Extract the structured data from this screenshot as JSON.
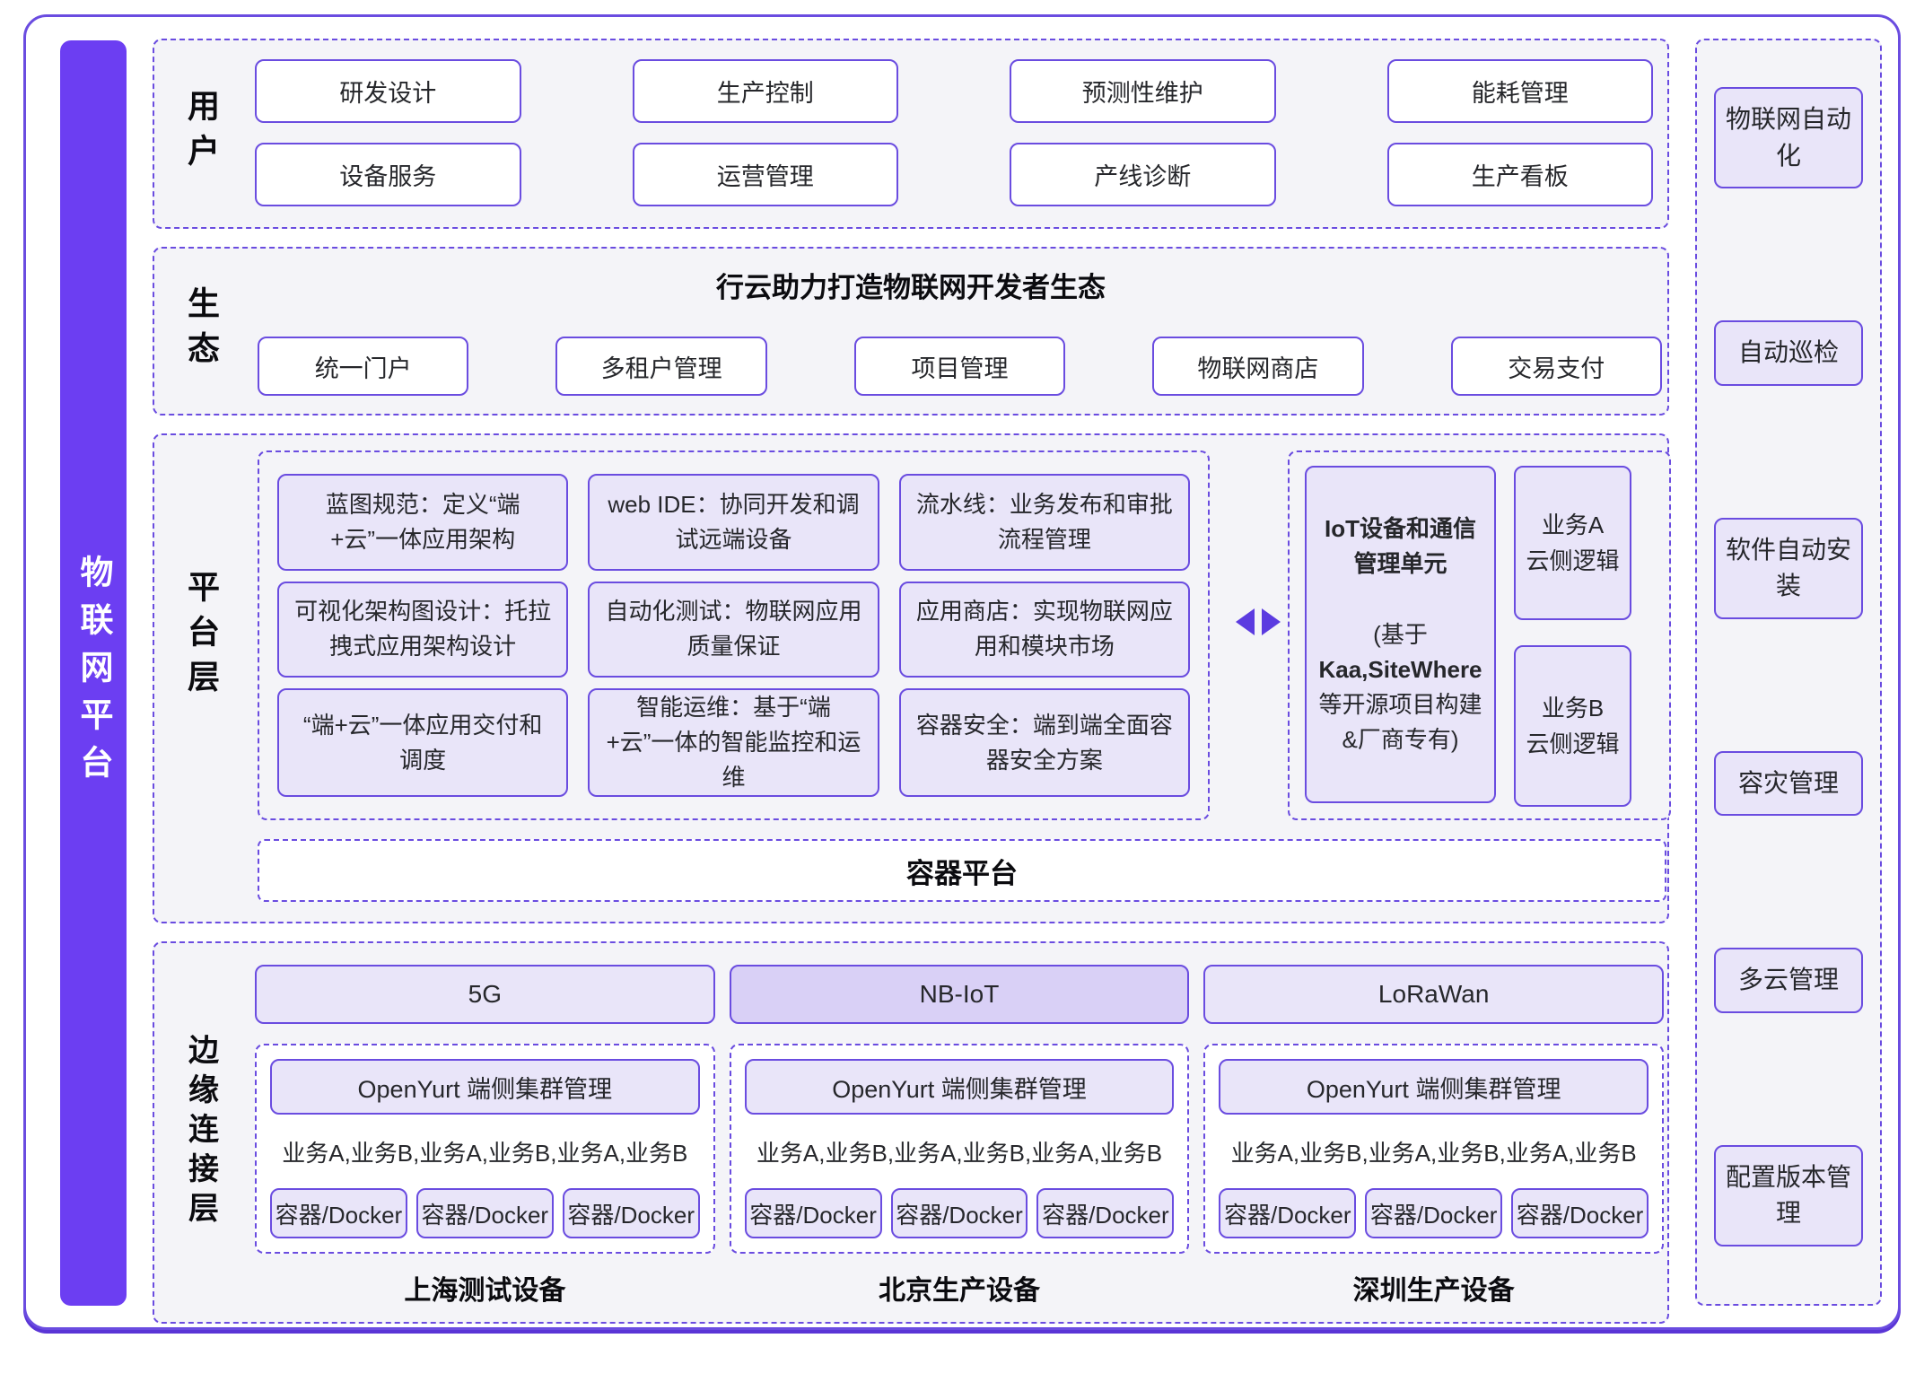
{
  "colors": {
    "accent_border": "#6a4ce0",
    "left_bar": "#6c3ef2",
    "box_fill_light": "#e9e5f9",
    "box_fill_dark": "#d9d0f6",
    "section_fill": "#f4f4f8",
    "arrow": "#5b3be0"
  },
  "left_bar": {
    "label": "物联网平台"
  },
  "user_section": {
    "label": "用户",
    "items": [
      "研发设计",
      "生产控制",
      "预测性维护",
      "能耗管理",
      "设备服务",
      "运营管理",
      "产线诊断",
      "生产看板"
    ]
  },
  "eco_section": {
    "label": "生态",
    "title": "行云助力打造物联网开发者生态",
    "items": [
      "统一门户",
      "多租户管理",
      "项目管理",
      "物联网商店",
      "交易支付"
    ]
  },
  "platform_section": {
    "label": "平台层",
    "cells": [
      "蓝图规范：定义“端+云”一体应用架构",
      "web IDE：协同开发和调试远端设备",
      "流水线：业务发布和审批流程管理",
      "可视化架构图设计：托拉拽式应用架构设计",
      "自动化测试：物联网应用质量保证",
      "应用商店：实现物联网应用和模块市场",
      "“端+云”一体应用交付和调度",
      "智能运维：基于“端+云”一体的智能监控和运维",
      "容器安全：端到端全面容器安全方案"
    ],
    "iot_unit": {
      "title": "IoT设备和通信管理单元",
      "sub_lines": [
        "(基于",
        "Kaa,SiteWhere",
        "等开源项目构建",
        "&厂商专有)"
      ]
    },
    "cloud_logic": [
      {
        "name": "业务A",
        "role": "云侧逻辑"
      },
      {
        "name": "业务B",
        "role": "云侧逻辑"
      }
    ],
    "container_platform": "容器平台"
  },
  "edge_section": {
    "label": "边缘连接层",
    "groups": [
      {
        "network": "5G",
        "cluster": "OpenYurt 端侧集群管理",
        "services": "业务A,业务B,业务A,业务B,业务A,业务B",
        "containers": [
          "容器/Docker",
          "容器/Docker",
          "容器/Docker"
        ],
        "caption": "上海测试设备"
      },
      {
        "network": "NB-IoT",
        "cluster": "OpenYurt 端侧集群管理",
        "services": "业务A,业务B,业务A,业务B,业务A,业务B",
        "containers": [
          "容器/Docker",
          "容器/Docker",
          "容器/Docker"
        ],
        "caption": "北京生产设备"
      },
      {
        "network": "LoRaWan",
        "cluster": "OpenYurt 端侧集群管理",
        "services": "业务A,业务B,业务A,业务B,业务A,业务B",
        "containers": [
          "容器/Docker",
          "容器/Docker",
          "容器/Docker"
        ],
        "caption": "深圳生产设备"
      }
    ]
  },
  "right_sidebar": {
    "items": [
      "物联网自动化",
      "自动巡检",
      "软件自动安装",
      "容灾管理",
      "多云管理",
      "配置版本管理"
    ]
  }
}
